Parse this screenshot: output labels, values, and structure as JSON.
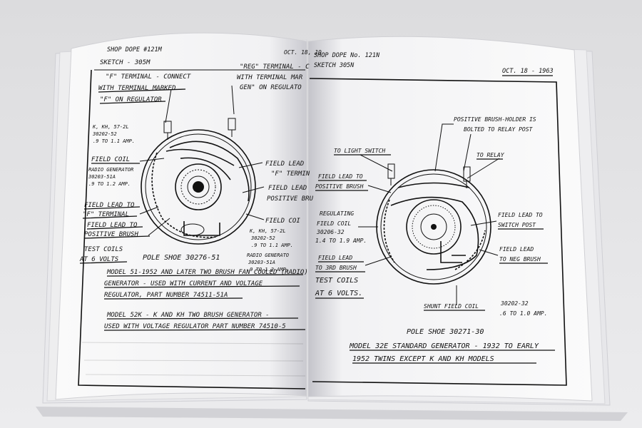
{
  "left_page": {
    "header": "SHOP DOPE #121M",
    "date": "OCT. 18, 19",
    "sketch": "SKETCH - 305M",
    "labels": {
      "f_terminal_1": "\"F\" TERMINAL - CONNECT",
      "f_terminal_2": "WITH TERMINAL MARKED",
      "f_terminal_3": "\"F\" ON REGULATOR",
      "reg_terminal_1": "\"REG\" TERMINAL - C",
      "reg_terminal_2": "WITH TERMINAL MAR",
      "reg_terminal_3": "GEN\" ON REGULATO",
      "kh_spec_1": "K, KH, 57-2L",
      "kh_spec_2": "30202-52",
      "kh_spec_3": ".9 TO 1.1 AMP.",
      "field_coil": "FIELD COIL",
      "radio_1": "RADIO GENERATOR",
      "radio_2": "30203-51A",
      "radio_3": ".9 TO 1.2 AMP.",
      "field_lead_f_1": "FIELD LEAD TO",
      "field_lead_f_2": "\"F\" TERMINAL",
      "field_lead_pos_1": "FIELD LEAD TO",
      "field_lead_pos_2": "POSITIVE BRUSH",
      "test_coils_1": "TEST COILS",
      "test_coils_2": "AT 6 VOLTS",
      "right_lead_1": "FIELD LEAD",
      "right_lead_2": "\"F\" TERMIN",
      "right_lead_3": "FIELD LEAD",
      "right_lead_4": "POSITIVE BRU",
      "field_coil_right": "FIELD COI",
      "spec2_1": "K, KH, 57-2L",
      "spec2_2": "30202-52",
      "spec2_3": ".9 TO 1.1 AMP.",
      "spec2_4": "RADIO GENERATO",
      "spec2_5": "30203-51A",
      "spec2_6": ".9 TO 1.2 AMP.",
      "pole_shoe": "POLE SHOE   30276-51",
      "caption1_1": "MODEL 51-1952 AND LATER TWO BRUSH FAN COOLED (RADIO)",
      "caption1_2": "GENERATOR - USED WITH CURRENT AND VOLTAGE",
      "caption1_3": "REGULATOR, PART NUMBER 74511-51A",
      "caption2_1": "MODEL 52K - K AND KH TWO BRUSH GENERATOR -",
      "caption2_2": "USED WITH VOLTAGE REGULATOR PART NUMBER 74510-5"
    }
  },
  "right_page": {
    "header": "SHOP DOPE No. 121N",
    "sketch": "SKETCH 305N",
    "date": "OCT. 18 - 1963",
    "labels": {
      "pos_brush_holder_1": "POSITIVE BRUSH-HOLDER IS",
      "pos_brush_holder_2": "BOLTED TO RELAY POST",
      "to_light_switch": "TO LIGHT SWITCH",
      "to_relay": "TO RELAY",
      "field_lead_pos_1": "FIELD LEAD TO",
      "field_lead_pos_2": "POSITIVE BRUSH",
      "regulating_1": "REGULATING",
      "regulating_2": "FIELD COIL",
      "regulating_3": "30206-32",
      "regulating_4": "1.4 TO 1.9 AMP.",
      "field_lead_3rd_1": "FIELD LEAD",
      "field_lead_3rd_2": "TO 3RD BRUSH",
      "test_coils_1": "TEST COILS",
      "test_coils_2": "AT 6 VOLTS.",
      "field_lead_switch_1": "FIELD LEAD TO",
      "field_lead_switch_2": "SWITCH POST",
      "field_lead_neg_1": "FIELD LEAD",
      "field_lead_neg_2": "TO NEG BRUSH",
      "shunt": "SHUNT FIELD COIL",
      "shunt_spec_1": "30202-32",
      "shunt_spec_2": ".6 TO 1.0 AMP.",
      "pole_shoe": "POLE SHOE   30271-30",
      "caption_1": "MODEL 32E STANDARD GENERATOR - 1932 TO EARLY",
      "caption_2": "1952 TWINS EXCEPT K AND KH MODELS"
    }
  }
}
